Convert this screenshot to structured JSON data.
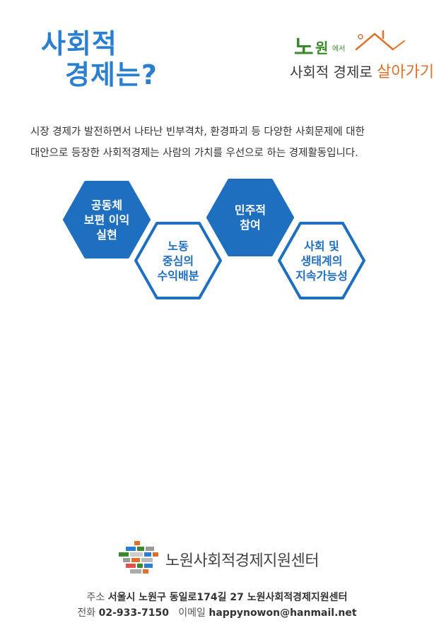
{
  "title": {
    "line1": "사회적",
    "line2": "경제는?"
  },
  "brand": {
    "no": "노",
    "won": "원",
    "eseo": "에서",
    "line2_prefix": "사회적 경제로 ",
    "line2_accent": "살아가기"
  },
  "intro": {
    "line1": "시장 경제가 발전하면서 나타난 빈부격차, 환경파괴 등 다양한 사회문제에 대한",
    "line2": "대안으로 등장한 사회적경제는 사람의 가치를 우선으로 하는 경제활동입니다."
  },
  "values": [
    {
      "text": "공동체\n보편 이익\n실현",
      "style": "filled"
    },
    {
      "text": "노동\n중심의\n수익배분",
      "style": "outline"
    },
    {
      "text": "민주적\n참여",
      "style": "filled"
    },
    {
      "text": "사회 및\n생태계의\n지속가능성",
      "style": "outline"
    }
  ],
  "org": {
    "name": "노원사회적경제지원센터"
  },
  "contact": {
    "address_label": "주소",
    "address": "서울시 노원구 동일로174길 27 노원사회적경제지원센터",
    "phone_label": "전화",
    "phone": "02-933-7150",
    "email_label": "이메일",
    "email": "happynowon@hanmail.net"
  },
  "colors": {
    "title_blue": "#2a7fd0",
    "hex_blue": "#1f6fc0",
    "brand_green": "#3a8a2c",
    "brand_orange": "#e07028"
  }
}
